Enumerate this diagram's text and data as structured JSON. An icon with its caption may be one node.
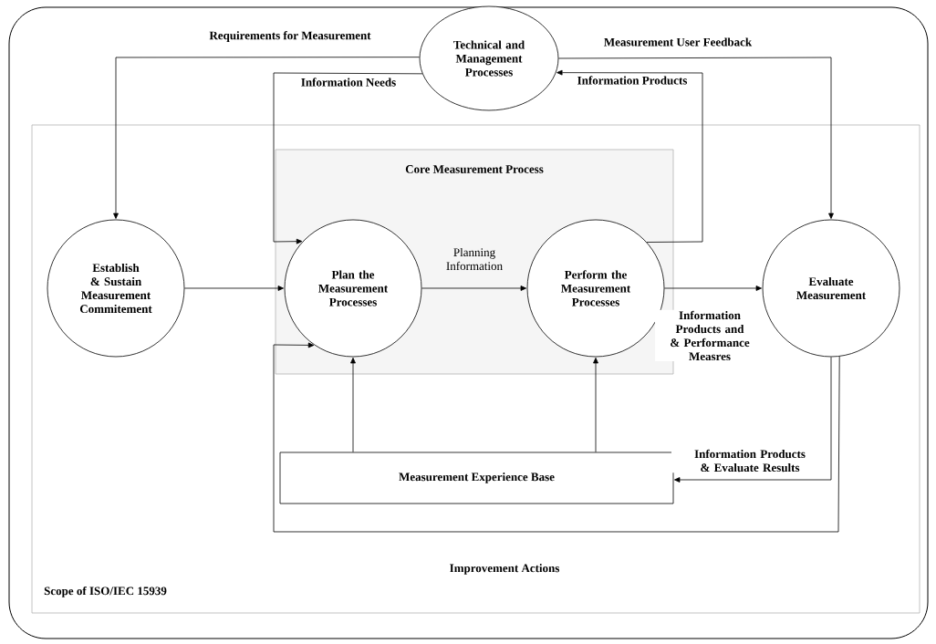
{
  "diagram": {
    "nodes": [
      {
        "text": [
          "Scope of ISO/IEC 15939"
        ]
      },
      {
        "text": [
          "Technical and Management Processes"
        ]
      },
      {
        "text": [
          "Core Measurement Process"
        ],
        "in": 0
      },
      {
        "text": [
          "Establish & Sustain Measurement Commitement"
        ],
        "in": 0
      },
      {
        "text": [
          "Plan the Measurement Processes"
        ],
        "in": 2
      },
      {
        "text": [
          "Perform the Measurement Processes"
        ],
        "in": 2
      },
      {
        "text": [
          "Evaluate Measurement"
        ],
        "in": 0
      },
      {
        "text": [
          "Measurement Experience Base"
        ],
        "in": 0
      }
    ],
    "edges": [
      {
        "from": 1,
        "to": 3,
        "arrow": "to",
        "label": "Requirements for Measurement"
      },
      {
        "from": 1,
        "to": 6,
        "arrow": "to",
        "label": "Measurement User Feedback"
      },
      {
        "from": 1,
        "to": 4,
        "arrow": "to",
        "label": "Information  Needs"
      },
      {
        "from": 5,
        "to": 1,
        "arrow": "to",
        "label": "Information  Products"
      },
      {
        "from": 3,
        "to": 4,
        "arrow": "to"
      },
      {
        "from": 4,
        "to": 5,
        "arrow": "to",
        "label": "Planning Information"
      },
      {
        "from": 5,
        "to": 6,
        "arrow": "to",
        "label": "Information Products and & Performance Measres"
      },
      {
        "from": 7,
        "to": 4,
        "arrow": "to"
      },
      {
        "from": 7,
        "to": 5,
        "arrow": "to"
      },
      {
        "from": 6,
        "to": 7,
        "arrow": "to",
        "label": "Information Products & Evaluate Results"
      },
      {
        "from": 6,
        "to": 4,
        "arrow": "to",
        "label": "Improvement Actions"
      }
    ]
  }
}
